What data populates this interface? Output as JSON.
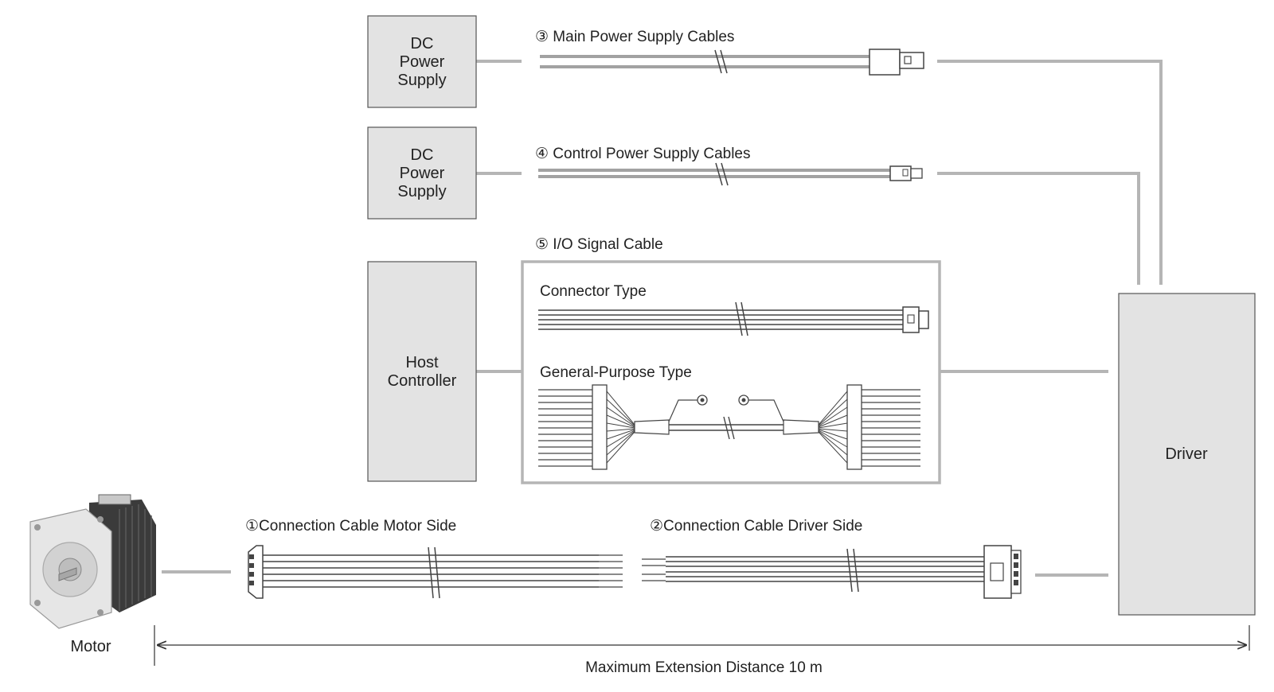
{
  "boxes": {
    "dc1": [
      "DC",
      "Power",
      "Supply"
    ],
    "dc2": [
      "DC",
      "Power",
      "Supply"
    ],
    "host": [
      "Host",
      "Controller"
    ],
    "driver": "Driver",
    "motor": "Motor"
  },
  "cables": {
    "main_power": "③ Main Power Supply Cables",
    "control_power": "④ Control Power Supply Cables",
    "io_signal": "⑤ I/O Signal Cable",
    "connector_type": "Connector Type",
    "general_purpose_type": "General-Purpose Type",
    "motor_side": "①Connection Cable Motor Side",
    "driver_side": "②Connection Cable Driver Side"
  },
  "dimension": "Maximum Extension Distance 10 m",
  "colors": {
    "box_fill": "#e3e3e3",
    "box_stroke": "#555555",
    "line": "#b5b5b5",
    "wire": "#444444"
  }
}
